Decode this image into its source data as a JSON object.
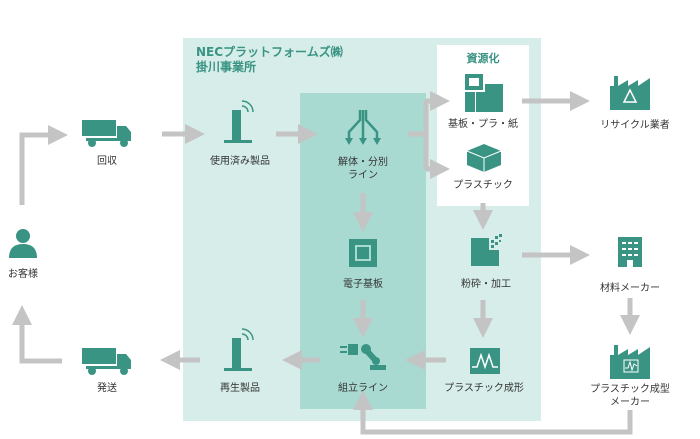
{
  "facility": {
    "title_line1": "NECプラットフォームズ㈱",
    "title_line2": "掛川事業所"
  },
  "resource_box": {
    "title": "資源化"
  },
  "nodes": {
    "customer": "お客様",
    "collection": "回収",
    "used_products": "使用済み製品",
    "disassembly_line1": "解体・分別",
    "disassembly_line2": "ライン",
    "board_plastic_paper": "基板・プラ・紙",
    "plastic": "プラスチック",
    "recycler": "リサイクル業者",
    "electronic_board": "電子基板",
    "crushing": "粉砕・加工",
    "material_maker": "材料メーカー",
    "assembly_line": "組立ライン",
    "plastic_molding": "プラスチック成形",
    "molding_maker_line1": "プラスチック成型",
    "molding_maker_line2": "メーカー",
    "recycled_products": "再生製品",
    "shipping": "発送"
  },
  "colors": {
    "icon": "#3a9484",
    "arrow": "#c4c4c4",
    "facility_bg": "#d6ede9",
    "line_bg": "#a8dad2"
  }
}
